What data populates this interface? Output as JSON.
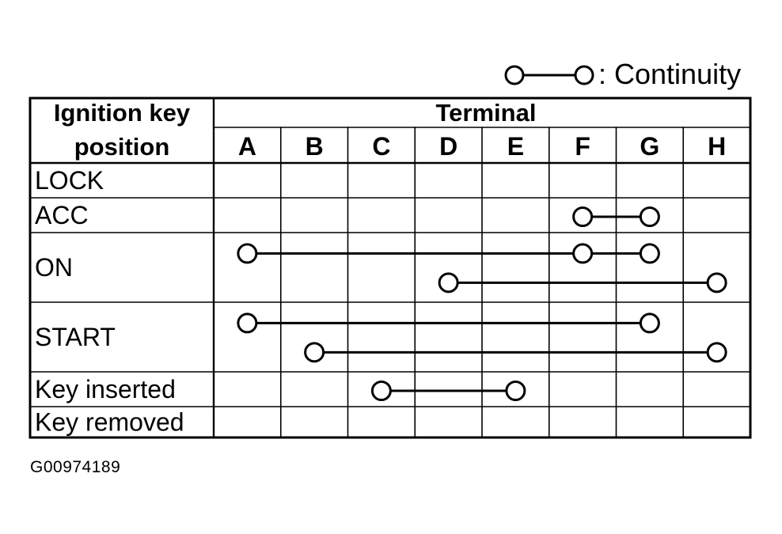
{
  "legend": {
    "symbol": "circle-line-circle",
    "label": ": Continuity"
  },
  "table": {
    "header": {
      "position_heading": [
        "Ignition key",
        "position"
      ],
      "terminal_heading": "Terminal"
    },
    "terminals": [
      "A",
      "B",
      "C",
      "D",
      "E",
      "F",
      "G",
      "H"
    ],
    "rows": [
      {
        "label": "LOCK",
        "connections": []
      },
      {
        "label": "ACC",
        "connections": [
          [
            "F",
            "G"
          ]
        ]
      },
      {
        "label": "ON",
        "connections": [
          [
            "A",
            "F",
            "G"
          ],
          [
            "D",
            "H"
          ]
        ]
      },
      {
        "label": "START",
        "connections": [
          [
            "A",
            "G"
          ],
          [
            "B",
            "H"
          ]
        ]
      },
      {
        "label": "Key inserted",
        "connections": [
          [
            "C",
            "E"
          ]
        ]
      },
      {
        "label": "Key removed",
        "connections": []
      }
    ]
  },
  "figure_id": "G00974189"
}
